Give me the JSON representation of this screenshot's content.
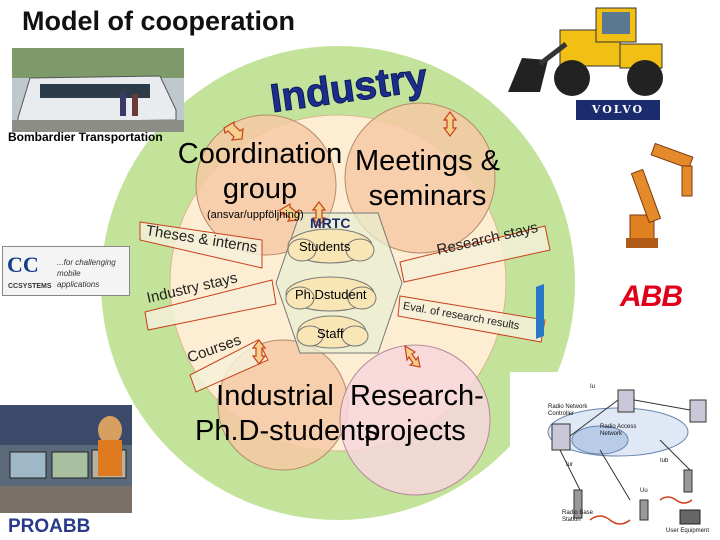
{
  "title": "Model of cooperation",
  "industry_label": "Industry",
  "bombardier_label": "Bombardier Transportation",
  "coordination_line1": "Coordination",
  "coordination_line2": "group",
  "coordination_sub": "(ansvar/uppföljning)",
  "meetings_line1": "Meetings &",
  "meetings_line2": "seminars",
  "mrtc_label": "MRTC",
  "students_label": "Students",
  "phd_label": "Ph.Dstudent",
  "staff_label": "Staff",
  "theses_label": "Theses & interns",
  "research_stays_label": "Research stays",
  "industry_stays_label": "Industry stays",
  "eval_label": "Eval. of research results",
  "courses_label": "Courses",
  "industrial_line1": "Industrial",
  "industrial_line2": "Ph.D-students",
  "research_line1": "Research-",
  "research_line2": "projects",
  "logos": {
    "volvo": "VOLVO",
    "abb": "ABB",
    "cc_mark": "CC",
    "cc_tagline": "...for challenging mobile applications",
    "cc_systems": "CCSYSTEMS",
    "proabb": "PROABB"
  },
  "network_labels": {
    "radio_network_controller": "Radio Network Controller",
    "radio_access_network": "Radio Access Network",
    "radio_base_station": "Radio Base Station",
    "user_equipment": "User Equipment",
    "iu": "Iu",
    "iur": "Iur",
    "iub": "Iub",
    "uu": "Uu"
  },
  "colors": {
    "outer_ring": "#c4e39a",
    "inner_circle": "#fdeed3",
    "bubble_peach": "#f6c9a4",
    "bubble_pink": "#f7d6dc",
    "arrow_fill": "#f5d08a",
    "arrow_stroke": "#c8401c",
    "industry_text": "#1b2e8c",
    "volvo_blue": "#1a2b6e",
    "abb_red": "#e0001a"
  }
}
